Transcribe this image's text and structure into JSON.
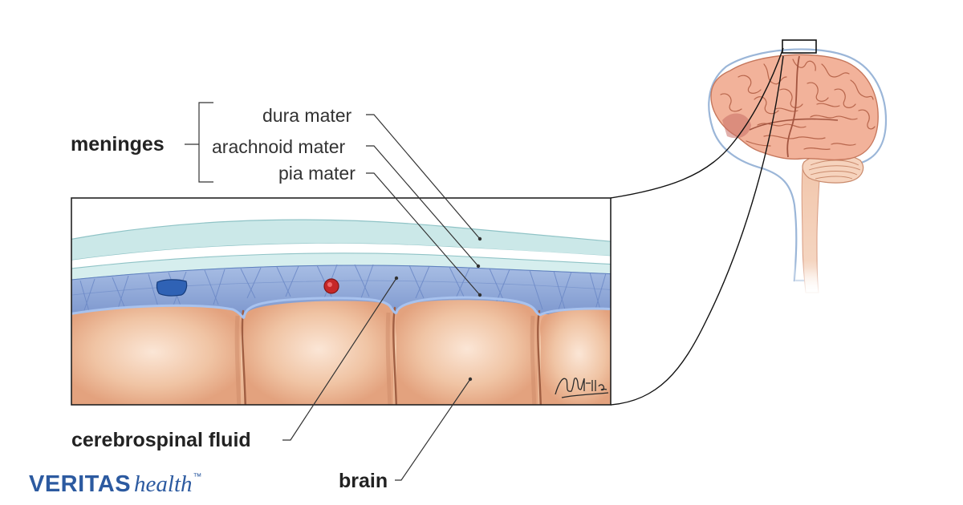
{
  "labels": {
    "meninges": "meninges",
    "dura_mater": "dura mater",
    "arachnoid_mater": "arachnoid mater",
    "pia_mater": "pia mater",
    "cerebrospinal_fluid": "cerebrospinal fluid",
    "brain": "brain"
  },
  "brand": {
    "name_bold": "VERITAS",
    "name_italic": "health",
    "trademark": "™",
    "color": "#2c5aa0"
  },
  "colors": {
    "dura": "#c9e6e6",
    "arachnoid": "#d8eef0",
    "subarachnoid": "#8fa9d8",
    "cortex": "#e8b894",
    "sulcus": "#a86548",
    "blood_vessel_vein": "#2f5fb3",
    "blood_vessel_artery": "#c62828",
    "brain_surface": "#f2b49c"
  },
  "icons": {
    "signature": "artist-signature-icon",
    "zoom_box": "zoom-region-box-icon"
  }
}
